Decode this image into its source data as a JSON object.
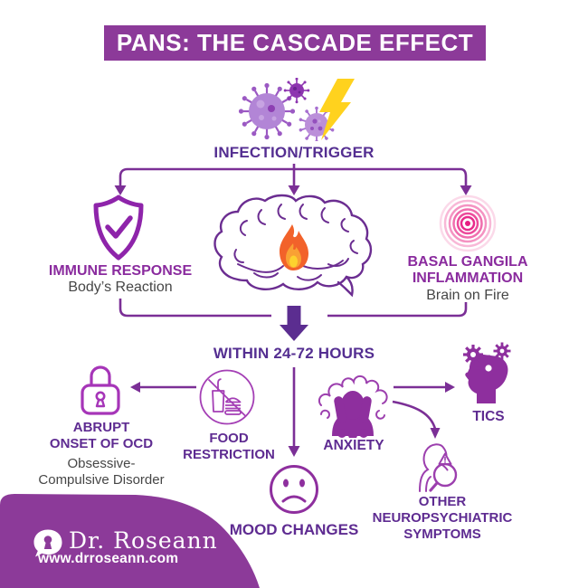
{
  "header": {
    "title": "PANS: THE CASCADE EFFECT"
  },
  "trigger": {
    "label": "INFECTION/TRIGGER"
  },
  "cascade": {
    "immune_response": {
      "title": "IMMUNE RESPONSE",
      "subtitle": "Body’s Reaction",
      "icon": "shield-check-icon"
    },
    "brain": {
      "icon": "brain-on-fire-icon"
    },
    "basal_ganglia": {
      "title_line1": "BASAL GANGILA",
      "title_line2": "INFLAMMATION",
      "subtitle": "Brain on Fire",
      "icon": "radiating-circles-icon"
    }
  },
  "timing": {
    "label": "WITHIN 24-72 HOURS"
  },
  "symptoms": {
    "ocd": {
      "title_line1": "ABRUPT",
      "title_line2": "ONSET OF OCD",
      "subtitle_line1": "Obsessive-",
      "subtitle_line2": "Compulsive Disorder",
      "icon": "padlock-icon"
    },
    "food_restriction": {
      "title_line1": "FOOD",
      "title_line2": "RESTRICTION",
      "icon": "no-food-icon"
    },
    "anxiety": {
      "title": "ANXIETY",
      "icon": "anxious-person-icon"
    },
    "tics": {
      "title": "TICS",
      "icon": "head-gears-icon"
    },
    "mood_changes": {
      "title": "MOOD CHANGES",
      "icon": "sad-face-icon"
    },
    "other": {
      "title_line1": "OTHER",
      "title_line2": "NEUROPSYCHIATRIC",
      "title_line3": "SYMPTOMS",
      "icon": "person-magnifier-icon"
    }
  },
  "footer": {
    "brand": "Dr. Roseann",
    "website": "www.drroseann.com",
    "icon": "speech-bubble-keyhole-icon"
  },
  "icons": {
    "trigger_viruses": "virus-cluster-icon",
    "trigger_lightning": "lightning-bolt-icon"
  },
  "colors": {
    "banner_bg": "#8c3a99",
    "deep_purple_text": "#542e91",
    "section_label_purple": "#8a2b9e",
    "symptom_label_purple": "#5e2b91",
    "body_gray": "#464646",
    "connector_purple": "#7b2f96",
    "thick_arrow_purple": "#5b2d90",
    "shield_magenta": "#8e24aa",
    "lock_magenta": "#a635b8",
    "pink_rings": "#ec4a9b",
    "lightning_yellow": "#ffd21e",
    "flame_orange": "#f2622a",
    "footer_bg": "#8c3a99",
    "text_white": "#ffffff"
  }
}
